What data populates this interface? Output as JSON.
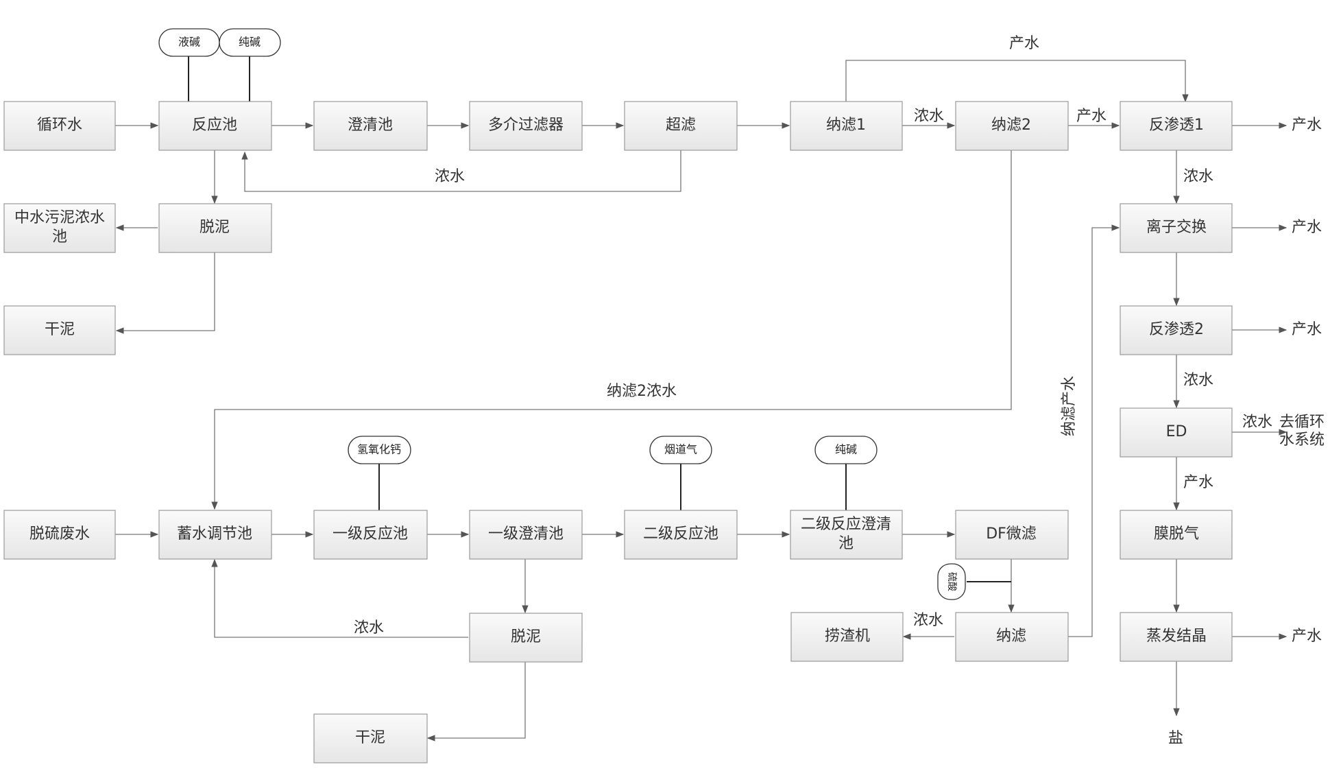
{
  "nodes": {
    "xunhuanshui": "循环水",
    "fanyingchi": "反应池",
    "chengqingchi": "澄清池",
    "duojie": "多介过滤器",
    "chaolv": "超滤",
    "nalv1": "纳滤1",
    "nalv2": "纳滤2",
    "fanshentou1": "反渗透1",
    "zhongshui": [
      "中水污泥浓水",
      "池"
    ],
    "tuoni1": "脱泥",
    "ganni1": "干泥",
    "lizi": "离子交换",
    "fanshentou2": "反渗透2",
    "ed": "ED",
    "motuoqi": "膜脱气",
    "zhengfa": "蒸发结晶",
    "tuoliu": "脱硫废水",
    "xushui": "蓄水调节池",
    "yiji_fy": "一级反应池",
    "yiji_cq": "一级澄清池",
    "erji_fy": "二级反应池",
    "erji_cq": [
      "二级反应澄清",
      "池"
    ],
    "df": "DF微滤",
    "tuoni2": "脱泥",
    "ganni2": "干泥",
    "laozha": "捞渣机",
    "nalv3": "纳滤"
  },
  "additives": {
    "yejian": "液碱",
    "chunjian1": "纯碱",
    "qyhg": "氢氧化钙",
    "yandaoqi": "烟道气",
    "chunjian2": "纯碱",
    "liusuan": "硫酸"
  },
  "labels": {
    "chanshui_top": "产水",
    "nongshui_nf1": "浓水",
    "chanshui_nf2": "产水",
    "chanshui_ro1": "产水",
    "nongshui_ro1": "浓水",
    "nongshui_uf": "浓水",
    "chanshui_ix": "产水",
    "chanshui_ro2": "产水",
    "nongshui_ro2": "浓水",
    "nongshui_ed": "浓水",
    "quxunhuan": [
      "去循环",
      "水系统"
    ],
    "chanshui_ed": "产水",
    "chanshui_evap": "产水",
    "yan": "盐",
    "nalv2_nongshui": "纳滤2浓水",
    "nalv_chanshui": "纳滤产水",
    "nongshui_tuoni2": "浓水",
    "nongshui_laozha": "浓水"
  }
}
